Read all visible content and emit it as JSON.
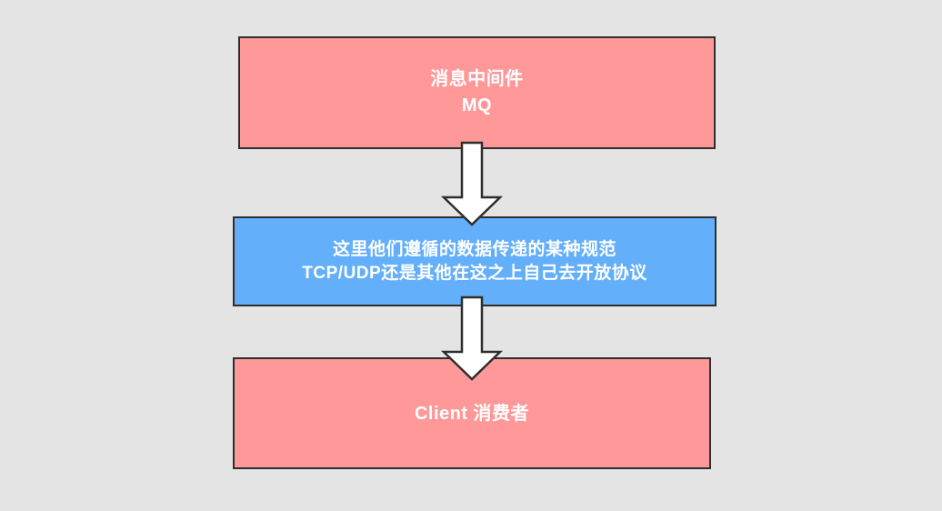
{
  "canvas": {
    "background": "#e4e4e4",
    "border_color": "#2e2e2e"
  },
  "nodes": [
    {
      "id": "mq",
      "fill": "#ff9999",
      "text_color": "#ffffff",
      "lines": [
        "消息中间件",
        "MQ"
      ]
    },
    {
      "id": "protocol",
      "fill": "#64affa",
      "text_color": "#ffffff",
      "lines": [
        "这里他们遵循的数据传递的某种规范",
        "TCP/UDP还是其他在这之上自己去开放协议"
      ]
    },
    {
      "id": "client",
      "fill": "#ff9999",
      "text_color": "#ffffff",
      "lines": [
        "Client 消费者"
      ]
    }
  ],
  "connectors": [
    {
      "from": "mq",
      "to": "protocol",
      "shape": "block-arrow-down",
      "fill": "#ffffff",
      "stroke": "#2e2e2e"
    },
    {
      "from": "protocol",
      "to": "client",
      "shape": "block-arrow-down",
      "fill": "#ffffff",
      "stroke": "#2e2e2e"
    }
  ]
}
